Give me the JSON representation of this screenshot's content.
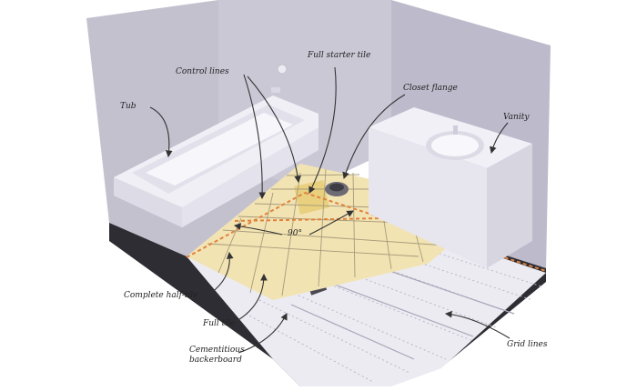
{
  "labels": {
    "tub": "Tub",
    "control_lines": "Control lines",
    "full_starter_tile": "Full starter tile",
    "closet_flange": "Closet flange",
    "vanity": "Vanity",
    "angle": "90°",
    "complete_half_tile": "Complete half-tile",
    "full_tile": "Full tile",
    "cementitious_line1": "Cementitious",
    "cementitious_line2": "backerboard",
    "grid_lines": "Grid lines"
  },
  "colors": {
    "wall": "#c9c6d3",
    "wall_dark": "#b7b4c4",
    "floor_base": "#2e2d33",
    "tile": "#f2e3b3",
    "tile_starter": "#ecd78f",
    "tile_line": "#a79b79",
    "board": "#ecebf2",
    "grid_line": "#b9b6c6",
    "control_line": "#e0823d",
    "arrow": "#333333",
    "fixture": "#eeedf4"
  }
}
